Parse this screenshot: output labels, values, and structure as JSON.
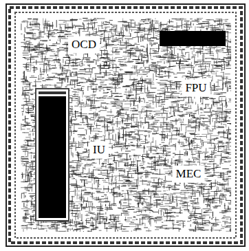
{
  "diagram": {
    "labels": [
      "OCD",
      "FPU",
      "IU",
      "MEC"
    ]
  }
}
